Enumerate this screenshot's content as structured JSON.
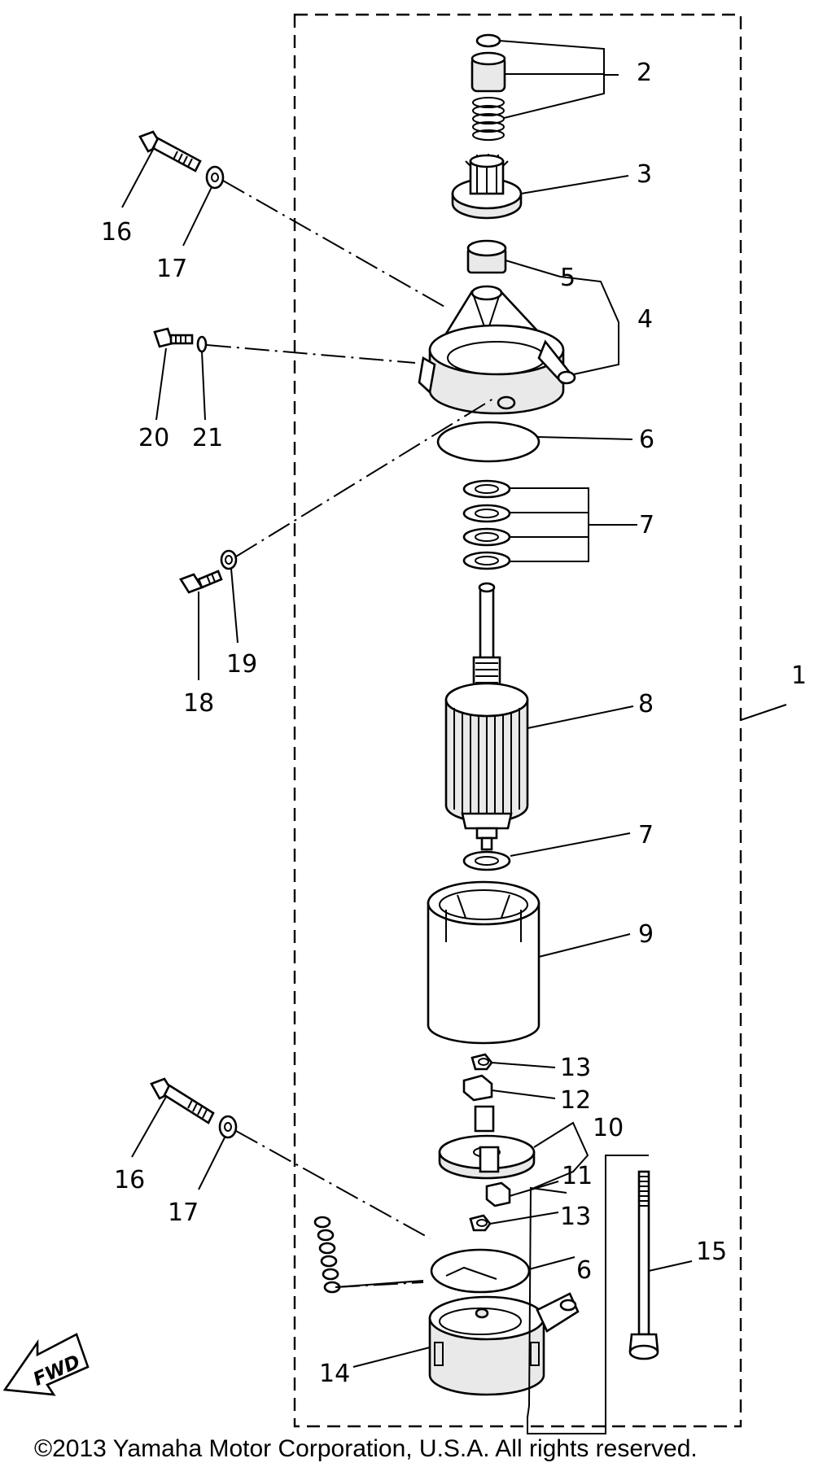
{
  "callouts": {
    "c1": "1",
    "c2": "2",
    "c3": "3",
    "c4": "4",
    "c5": "5",
    "c6a": "6",
    "c6b": "6",
    "c7a": "7",
    "c7b": "7",
    "c8": "8",
    "c9": "9",
    "c10": "10",
    "c11": "11",
    "c12": "12",
    "c13a": "13",
    "c13b": "13",
    "c14": "14",
    "c15": "15",
    "c16a": "16",
    "c16b": "16",
    "c17a": "17",
    "c17b": "17",
    "c18": "18",
    "c19": "19",
    "c20": "20",
    "c21": "21"
  },
  "fwd_label": "FWD",
  "copyright": "©2013 Yamaha Motor Corporation, U.S.A. All rights reserved."
}
